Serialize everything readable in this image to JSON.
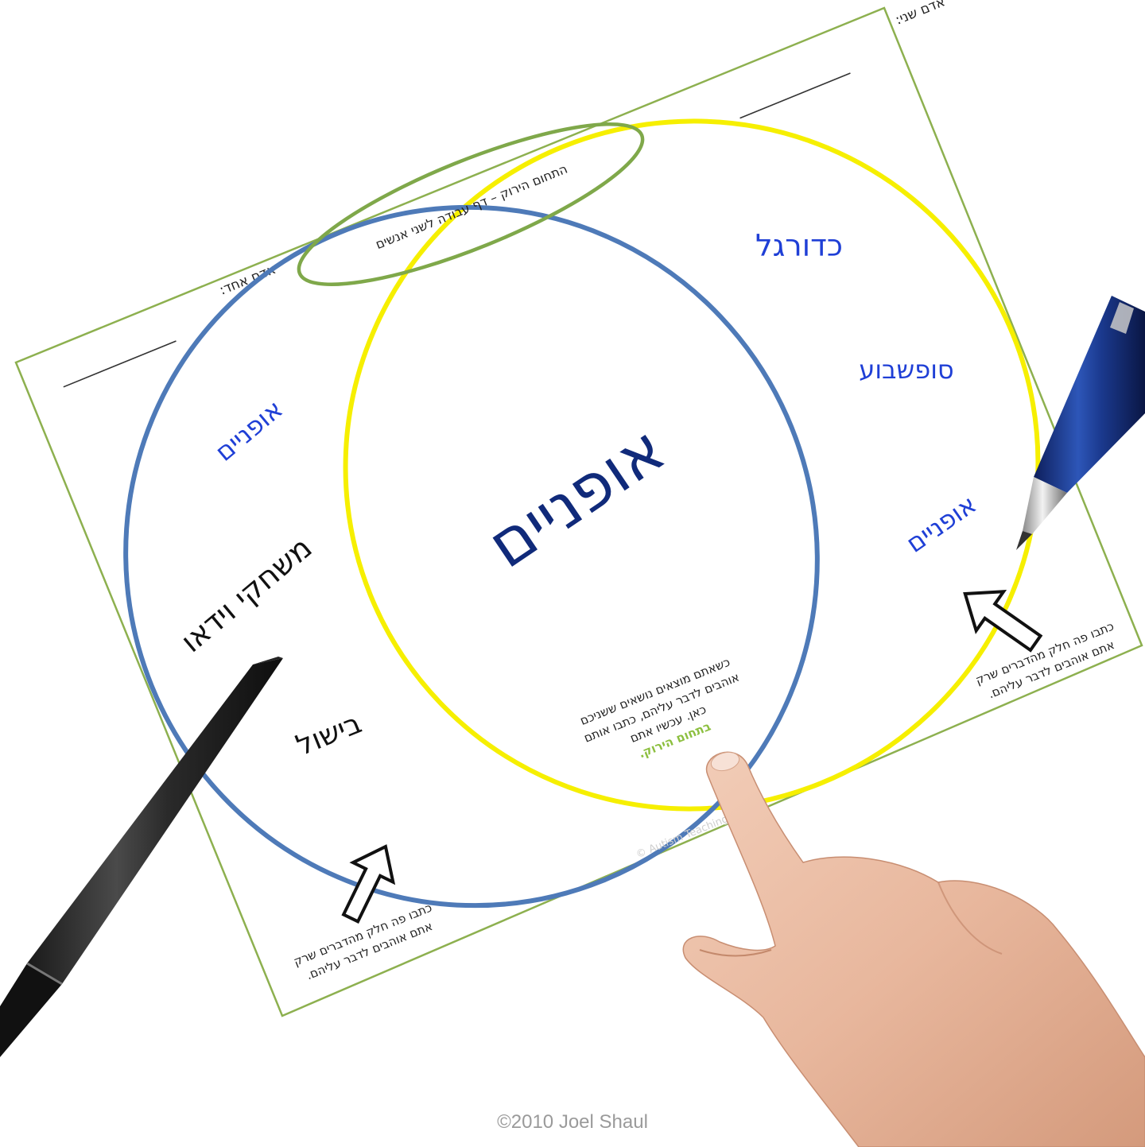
{
  "worksheet": {
    "title": "התחום הירוק – דף עבודה לשני אנשים",
    "person_one_label": "אדם אחד:",
    "person_two_label": "אדם שני:",
    "watermark": "© Autism Teaching Str"
  },
  "left_circle": {
    "items": [
      "אופניים",
      "משחקי וידאו",
      "בישול"
    ],
    "item_colors": [
      "#1f3fd6",
      "#111111",
      "#111111"
    ]
  },
  "right_circle": {
    "items": [
      "כדורגל",
      "סופשבוע",
      "אופניים"
    ],
    "item_colors": [
      "#1f3fd6",
      "#1f3fd6",
      "#1f3fd6"
    ]
  },
  "overlap": {
    "item": "אופניים",
    "item_color": "#102a7a",
    "instructions": [
      "כשאתם מוצאים נושאים ששניכם",
      "אוהבים לדבר עליהם, כתבו אותם",
      "כאן. עכשיו אתם",
      "בתחום הירוק."
    ],
    "highlight": "בתחום הירוק."
  },
  "notes": {
    "left_instructions": [
      "כתבו פה חלק מהדברים שרק",
      "אתם אוהבים לדבר עליהם."
    ],
    "right_instructions": [
      "כתבו פה חלק מהדברים שרק",
      "אתם אוהבים לדבר עליהם."
    ]
  },
  "colors": {
    "blue_circle": "#4e7ab8",
    "yellow_circle": "#f6ef00",
    "green_ellipse": "#7fa84a",
    "page_border": "#8db04f",
    "green_text": "#8cbf3f"
  },
  "copyright": "©2010 Joel Shaul"
}
